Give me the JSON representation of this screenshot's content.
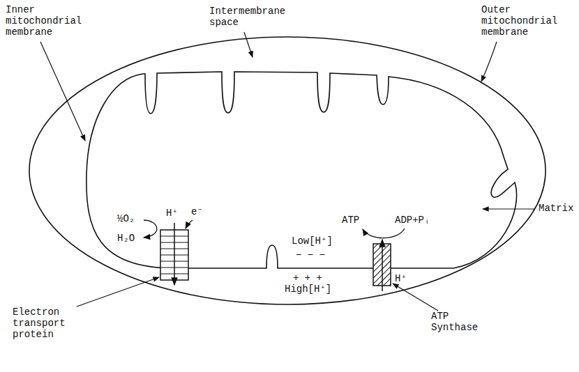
{
  "diagram": {
    "labels": [
      "Inner mitochondrial membrane",
      "Intermembrane space",
      "Outer mitochondrial membrane",
      "Matrix",
      "½O₂",
      "H₂O",
      "H⁺",
      "e⁻",
      "ATP",
      "ADP+Pᵢ",
      "Low[H⁺]",
      "− − −",
      "+ + +",
      "High[H⁺]",
      "H⁺",
      "Electron transport protein",
      "ATP Synthase"
    ]
  }
}
